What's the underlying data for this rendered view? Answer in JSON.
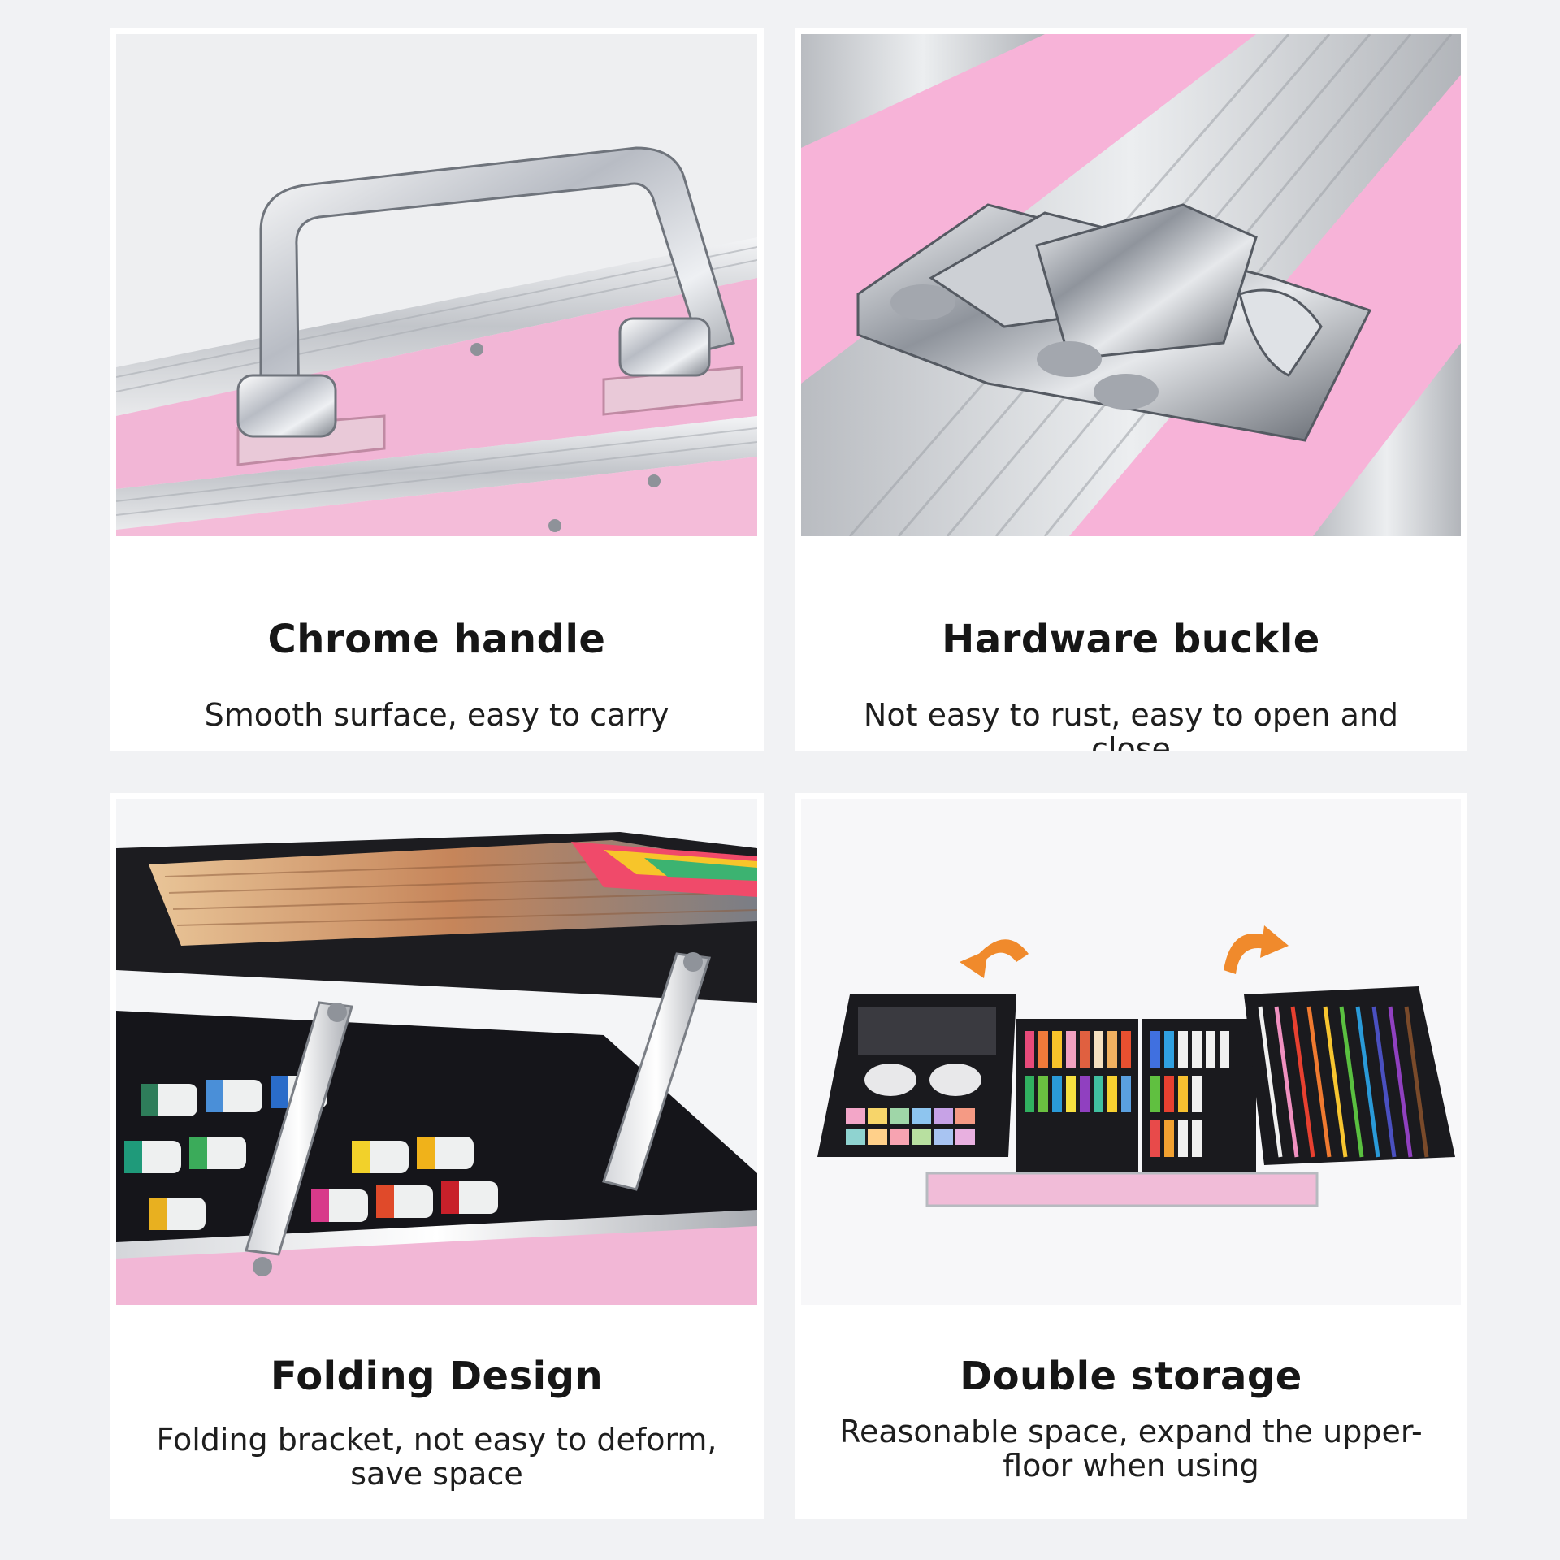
{
  "features": [
    {
      "title": "Chrome handle",
      "description": [
        "Smooth surface, easy to carry"
      ],
      "image": "chrome-handle-photo"
    },
    {
      "title": "Hardware buckle",
      "description": [
        "Not easy to rust, easy to open and close"
      ],
      "image": "hardware-buckle-photo"
    },
    {
      "title": "Folding Design",
      "description": [
        "Folding bracket, not easy to deform,",
        "save space"
      ],
      "image": "folding-design-photo"
    },
    {
      "title": "Double storage",
      "description": [
        "Reasonable space, expand the upper-",
        "floor when using"
      ],
      "image": "double-storage-photo"
    }
  ],
  "colors": {
    "page_background": "#f1f2f4",
    "card_background": "#ffffff",
    "case_pink": "#f2b6d6",
    "chrome_silver": "#c9cbcf",
    "arrow_orange": "#f08a2c",
    "tray_black": "#1a1a1e",
    "title_text": "#161616"
  }
}
